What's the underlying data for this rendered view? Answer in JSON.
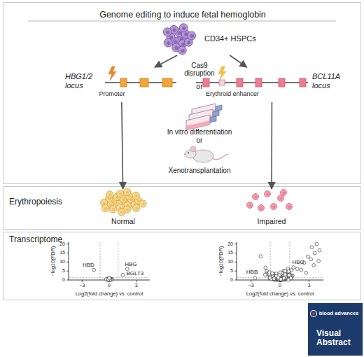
{
  "diagram": {
    "nodes": [
      {
        "text": [
          "Genome editing to induce fetal hemoglobin"
        ]
      },
      {
        "text": [
          "CD34+ HSPCs"
        ],
        "in": 0
      },
      {
        "text": [
          "HBG1/2 locus"
        ],
        "in": 0
      },
      {
        "text": [
          "BCL11A locus"
        ],
        "in": 0
      },
      {
        "text": [
          "Erythropoiesis"
        ]
      },
      {
        "text": [
          "Normal"
        ],
        "in": 4
      },
      {
        "text": [
          "Impaired"
        ],
        "in": 4
      },
      {
        "text": [
          "Transcriptome"
        ]
      }
    ],
    "edges": [
      {
        "from": 1,
        "to": 2,
        "arrow": "to"
      },
      {
        "from": 1,
        "to": 3,
        "arrow": "to"
      },
      {
        "from": 2,
        "to": 5,
        "arrow": "to"
      },
      {
        "from": 3,
        "to": 6,
        "arrow": "to"
      }
    ],
    "labels": [
      "Cas9 disruption",
      "or",
      "Promoter",
      "Erythroid enhancer",
      "In vitro differentiation",
      "or",
      "Xenotransplantation",
      "HBD",
      "HBG",
      "BGLT3",
      "−log10(FDR)",
      "Log2(fold change) vs. control",
      "20",
      "15",
      "10",
      "5",
      "0",
      "−3",
      "0",
      "3",
      "HBG",
      "HBB",
      "−log10(FDR)",
      "Log2(fold change) vs. control",
      "20",
      "15",
      "10",
      "5",
      "0",
      "−3",
      "0",
      "3",
      "blood advances",
      "Visual Abstract"
    ]
  }
}
